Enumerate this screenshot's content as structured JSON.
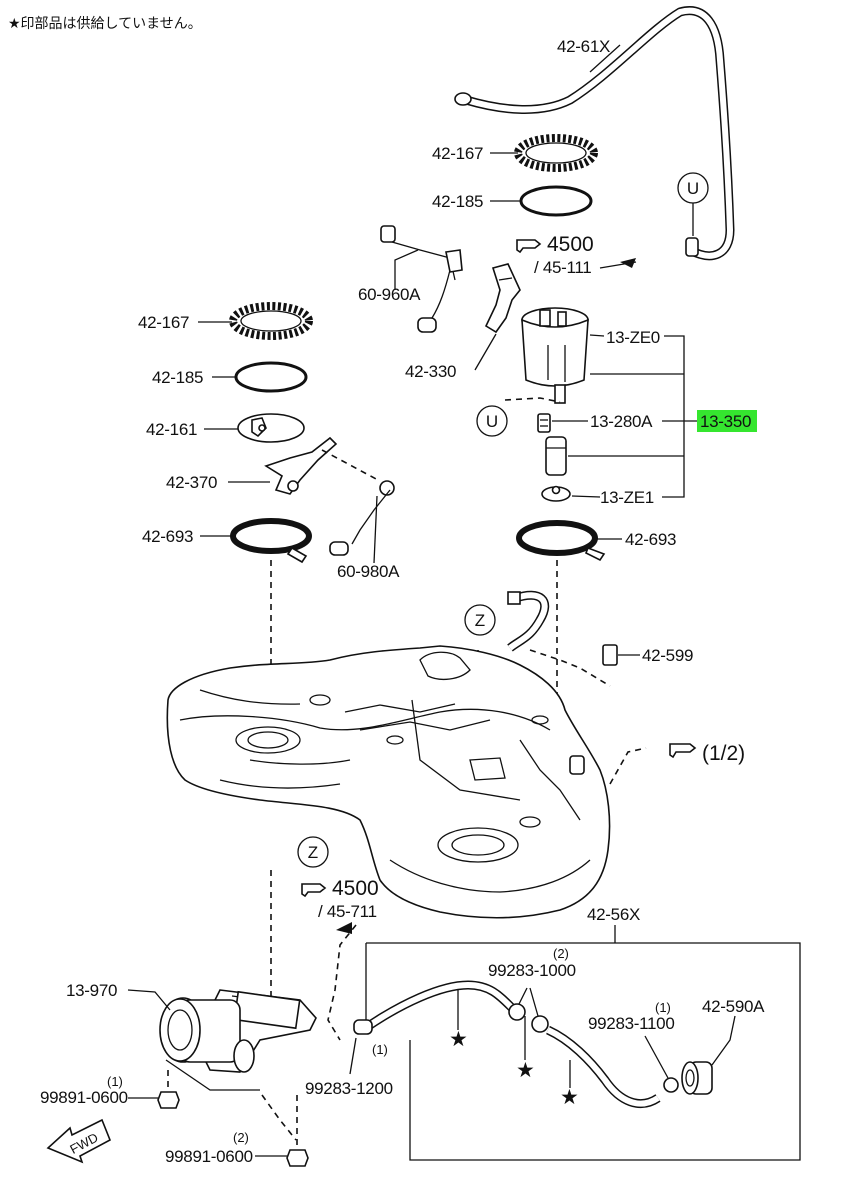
{
  "note": "★印部品は供給していません。",
  "labels": {
    "p42_61x": "42-61X",
    "p42_167_top": "42-167",
    "p42_185_top": "42-185",
    "p4500_top": "4500",
    "p45_111": "/ 45-111",
    "p60_960a": "60-960A",
    "p42_330": "42-330",
    "p13_ze0": "13-ZE0",
    "p13_280a": "13-280A",
    "p13_350": "13-350",
    "p13_ze1": "13-ZE1",
    "p42_693_right": "42-693",
    "p42_167_left": "42-167",
    "p42_185_left": "42-185",
    "p42_161": "42-161",
    "p42_370": "42-370",
    "p42_693_left": "42-693",
    "p60_980a": "60-980A",
    "p42_599": "42-599",
    "p1_2": "(1/2)",
    "p4500_bottom": "4500",
    "p45_711": "/ 45-711",
    "p42_56x": "42-56X",
    "p13_970": "13-970",
    "p99283_1000": "99283-1000",
    "q_99283_1000": "(2)",
    "p99283_1100": "99283-1100",
    "q_99283_1100": "(1)",
    "p42_590a": "42-590A",
    "p99283_1200": "99283-1200",
    "q_99283_1200": "(1)",
    "p99891_0600_a": "99891-0600",
    "q_99891_0600_a": "(1)",
    "p99891_0600_b": "99891-0600",
    "q_99891_0600_b": "(2)",
    "fwd": "FWD"
  },
  "markers": {
    "u": "U",
    "z": "Z",
    "star": "★"
  },
  "colors": {
    "highlight": "#35e62f"
  }
}
